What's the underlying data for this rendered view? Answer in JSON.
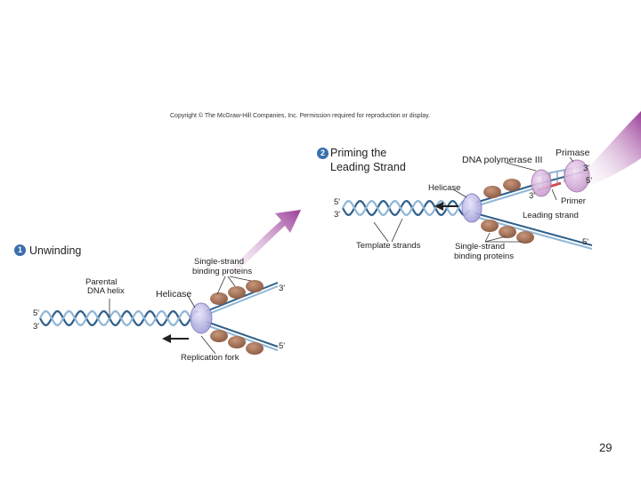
{
  "copyright": "Copyright © The McGraw-Hill Companies, Inc. Permission required for reproduction or display.",
  "page_number": "29",
  "step1": {
    "number": "1",
    "title": "Unwinding"
  },
  "step2": {
    "number": "2",
    "title_line1": "Priming the",
    "title_line2": "Leading Strand"
  },
  "labels": {
    "parental_line1": "Parental",
    "parental_line2": "DNA helix",
    "helicase_lower": "Helicase",
    "ssb_lower_line1": "Single-strand",
    "ssb_lower_line2": "binding proteins",
    "replication_fork": "Replication fork",
    "lower_5": "5'",
    "lower_3": "3'",
    "lower_fork_3": "3'",
    "lower_fork_5": "5'",
    "dna_pol": "DNA polymerase III",
    "primase": "Primase",
    "upper_3_right": "3'",
    "upper_5_right": "5'",
    "helicase_upper": "Helicase",
    "upper_3_mid": "3'",
    "primer": "Primer",
    "upper_5_left": "5'",
    "upper_3_left": "3'",
    "leading_strand": "Leading strand",
    "template_strands": "Template strands",
    "ssb_upper_line1": "Single-strand",
    "ssb_upper_line2": "binding proteins",
    "upper_bottom_5": "5'"
  },
  "colors": {
    "strand_light": "#8fb6d6",
    "strand_dark": "#2f5f8a",
    "protein": "#a8755a",
    "helicase": "#b7b4e6",
    "primase": "#d9b3dc",
    "primer": "#d7474f",
    "accent_arrow": "#9a3d98"
  }
}
